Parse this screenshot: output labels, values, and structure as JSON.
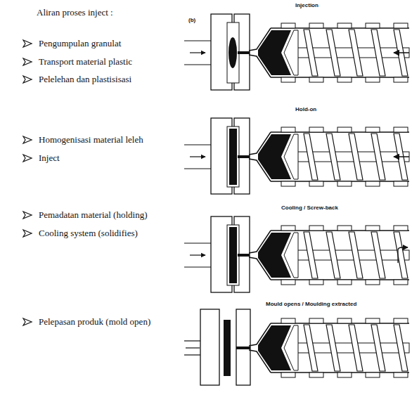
{
  "diagram": {
    "title": "Aliran proses inject :",
    "labels": [
      "Pengumpulan granulat",
      "Transport material plastic",
      "Pelelehan dan plastisisasi",
      "Homogenisasi material leleh",
      "Inject",
      "Pemadatan material (holding)",
      "Cooling system (solidifies)",
      "Pelepasan produk (mold open)",
      "(b)",
      "Injection",
      "Hold-on",
      "Cooling / Screw-back",
      "Mould opens / Moulding extracted"
    ]
  }
}
